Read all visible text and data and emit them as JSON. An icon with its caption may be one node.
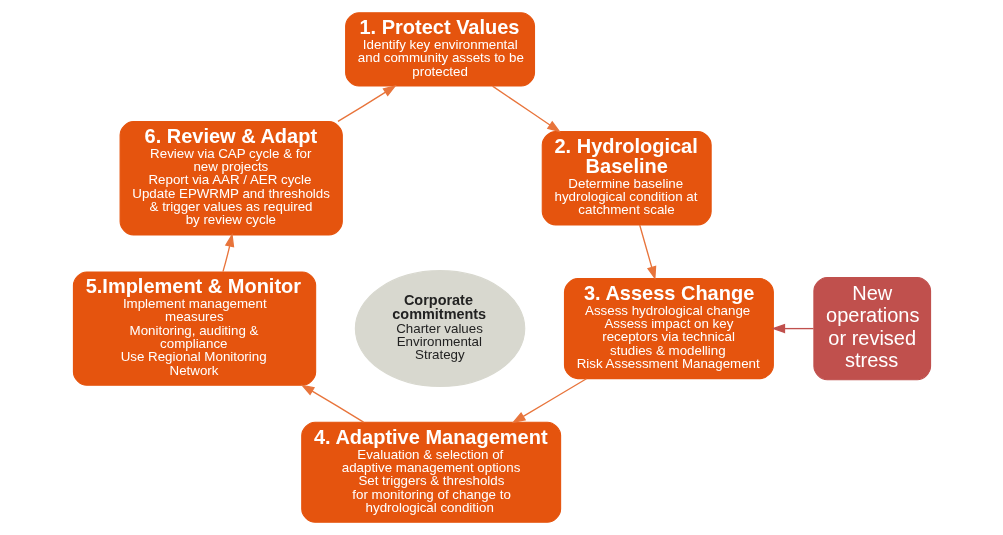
{
  "diagram": {
    "nodes": [
      {
        "text": [
          "1. Protect Values",
          "Identify key environmental and community assets to be protected"
        ]
      },
      {
        "text": [
          "2. Hydrological Baseline",
          "Determine baseline hydrological condition at catchment scale"
        ]
      },
      {
        "text": [
          "3. Assess Change",
          "Assess hydrological change",
          "Assess impact on key receptors via technical studies & modelling",
          "Risk Assessment Management"
        ]
      },
      {
        "text": [
          "4. Adaptive Management",
          "Evaluation & selection of adaptive management options",
          "Set triggers & thresholds for monitoring of change to hydrological condition"
        ]
      },
      {
        "text": [
          "5.Implement & Monitor",
          "Implement management measures",
          "Monitoring, auditing & compliance",
          "Use Regional Monitoring Network"
        ]
      },
      {
        "text": [
          "6. Review & Adapt",
          "Review via CAP cycle & for new projects",
          "Report via AAR / AER cycle",
          "Update EPWRMP and thresholds & trigger values as required by review cycle"
        ]
      },
      {
        "text": [
          "Corporate commitments",
          "Charter values",
          "Environmental Strategy"
        ]
      },
      {
        "text": [
          "New operations or revised stress"
        ]
      }
    ],
    "edges": [
      {
        "from": 0,
        "to": 1,
        "arrow": "to"
      },
      {
        "from": 1,
        "to": 2,
        "arrow": "to"
      },
      {
        "from": 2,
        "to": 3,
        "arrow": "to"
      },
      {
        "from": 3,
        "to": 4,
        "arrow": "to"
      },
      {
        "from": 4,
        "to": 5,
        "arrow": "to"
      },
      {
        "from": 5,
        "to": 0,
        "arrow": "to"
      },
      {
        "from": 7,
        "to": 2,
        "arrow": "to",
        "color": "#c0504d"
      }
    ]
  }
}
